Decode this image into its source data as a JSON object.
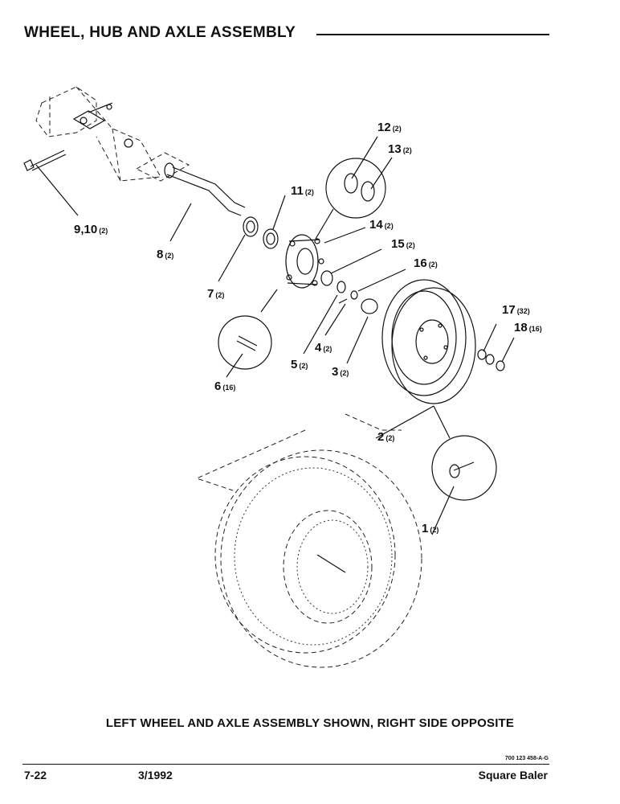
{
  "header": {
    "title": "WHEEL, HUB AND AXLE ASSEMBLY"
  },
  "parts": [
    {
      "id": "1",
      "qty": "(2)"
    },
    {
      "id": "2",
      "qty": "(2)"
    },
    {
      "id": "3",
      "qty": "(2)"
    },
    {
      "id": "4",
      "qty": "(2)"
    },
    {
      "id": "5",
      "qty": "(2)"
    },
    {
      "id": "6",
      "qty": "(16)"
    },
    {
      "id": "7",
      "qty": "(2)"
    },
    {
      "id": "8",
      "qty": "(2)"
    },
    {
      "id": "9,10",
      "qty": "(2)"
    },
    {
      "id": "11",
      "qty": "(2)"
    },
    {
      "id": "12",
      "qty": "(2)"
    },
    {
      "id": "13",
      "qty": "(2)"
    },
    {
      "id": "14",
      "qty": "(2)"
    },
    {
      "id": "15",
      "qty": "(2)"
    },
    {
      "id": "16",
      "qty": "(2)"
    },
    {
      "id": "17",
      "qty": "(32)"
    },
    {
      "id": "18",
      "qty": "(16)"
    }
  ],
  "caption": "LEFT WHEEL AND AXLE ASSEMBLY SHOWN, RIGHT SIDE OPPOSITE",
  "doc_number": "700 123 458-A-G",
  "footer": {
    "page": "7-22",
    "date": "3/1992",
    "product": "Square Baler"
  }
}
